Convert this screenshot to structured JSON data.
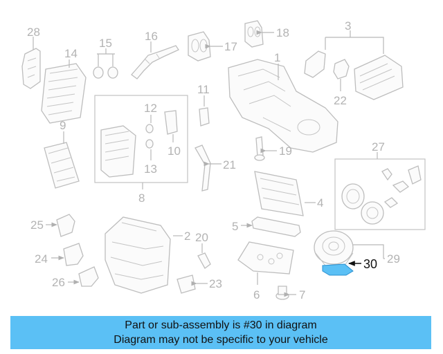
{
  "highlight_color": "#5bc0f5",
  "highlighted_part": "30",
  "callouts": {
    "p1": "1",
    "p2": "2",
    "p3": "3",
    "p4": "4",
    "p5": "5",
    "p6": "6",
    "p7": "7",
    "p8": "8",
    "p9": "9",
    "p10": "10",
    "p11": "11",
    "p12": "12",
    "p13": "13",
    "p14": "14",
    "p15": "15",
    "p16": "16",
    "p17": "17",
    "p18": "18",
    "p19": "19",
    "p20": "20",
    "p21": "21",
    "p22": "22",
    "p23": "23",
    "p24": "24",
    "p25": "25",
    "p26": "26",
    "p27": "27",
    "p28": "28",
    "p29": "29",
    "p30": "30"
  },
  "banner": {
    "line1": "Part or sub-assembly is #30 in diagram",
    "line2": "Diagram may not be specific to your vehicle"
  }
}
